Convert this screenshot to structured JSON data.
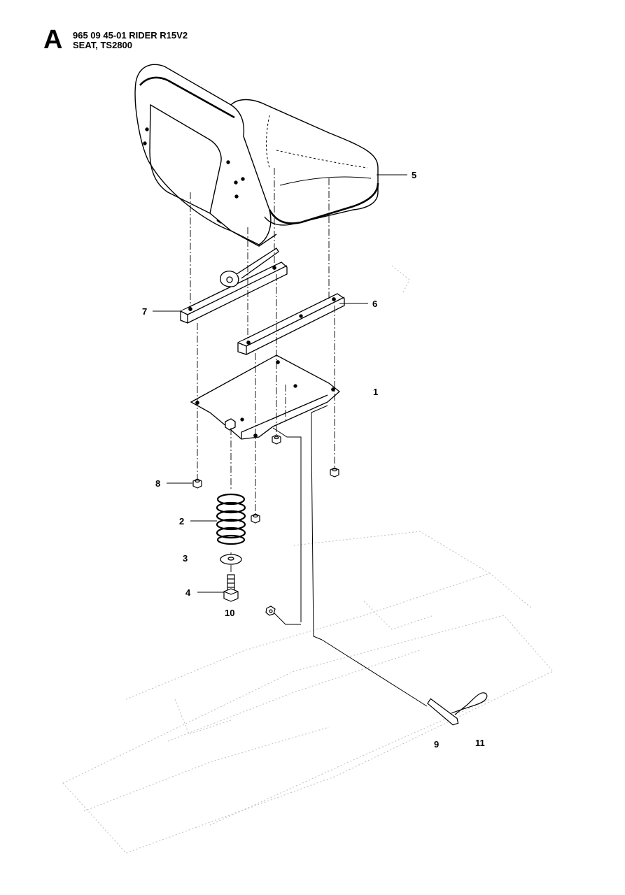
{
  "header": {
    "section_letter": "A",
    "part_line": "965 09 45-01 RIDER R15V2",
    "title_line": "SEAT, TS2800"
  },
  "callouts": [
    {
      "id": "5",
      "text": "5"
    },
    {
      "id": "6",
      "text": "6"
    },
    {
      "id": "7",
      "text": "7"
    },
    {
      "id": "1",
      "text": "1"
    },
    {
      "id": "8",
      "text": "8"
    },
    {
      "id": "2",
      "text": "2"
    },
    {
      "id": "3",
      "text": "3"
    },
    {
      "id": "4",
      "text": "4"
    },
    {
      "id": "10",
      "text": "10"
    },
    {
      "id": "9",
      "text": "9"
    },
    {
      "id": "11",
      "text": "11"
    }
  ]
}
